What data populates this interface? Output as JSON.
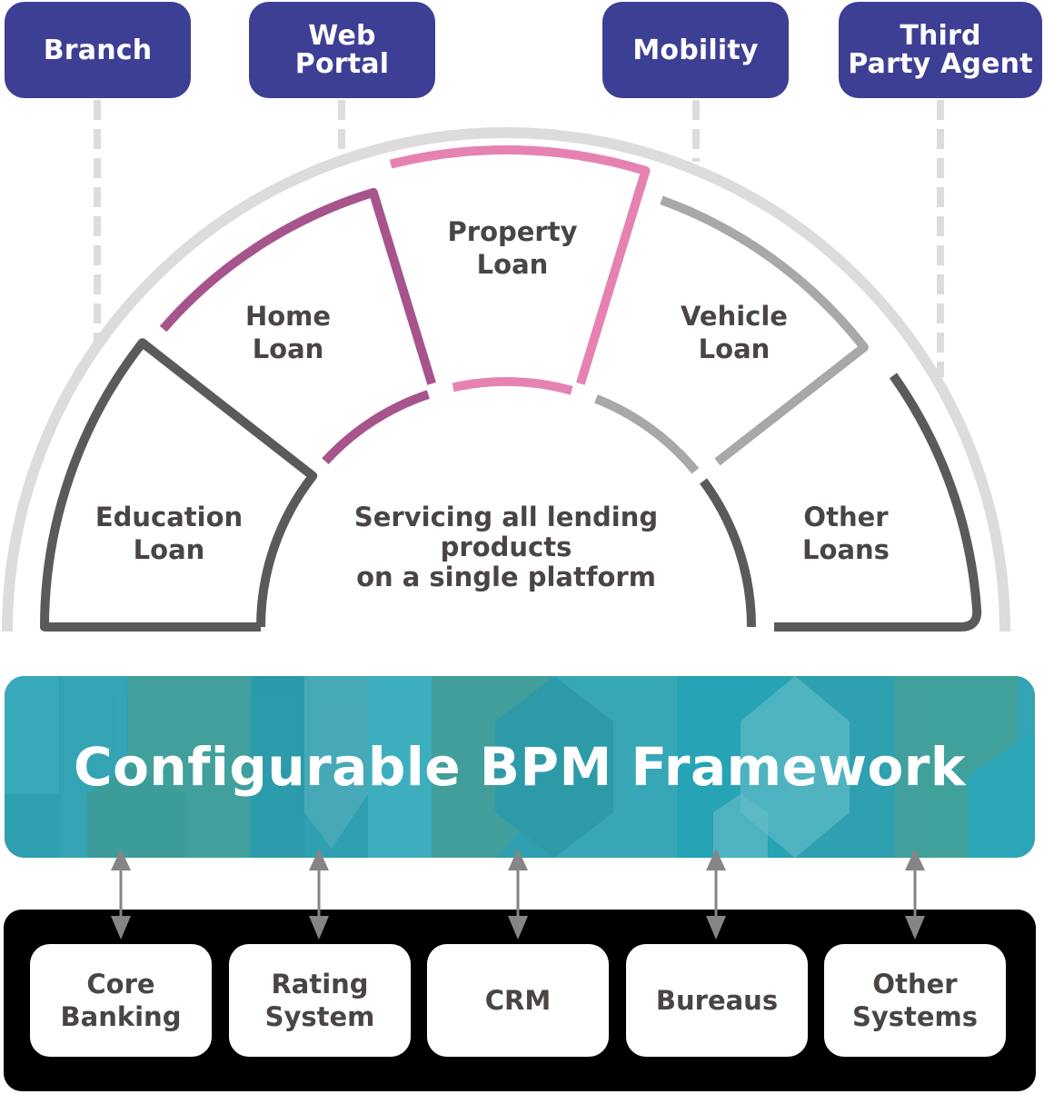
{
  "channels": [
    {
      "label": "Branch"
    },
    {
      "label": "Web\nPortal"
    },
    {
      "label": "Mobility"
    },
    {
      "label": "Third\nParty Agent"
    }
  ],
  "loan_segments": [
    {
      "label": "Education\nLoan",
      "color": "#5b5a58"
    },
    {
      "label": "Home\nLoan",
      "color": "#a7548c"
    },
    {
      "label": "Property\nLoan",
      "color": "#e682b2"
    },
    {
      "label": "Vehicle\nLoan",
      "color": "#a8a8a8"
    },
    {
      "label": "Other\nLoans",
      "color": "#5b5a58"
    }
  ],
  "center_text": "Servicing all lending\nproducts\non a single platform",
  "framework": {
    "title": "Configurable BPM Framework"
  },
  "systems": [
    {
      "label": "Core\nBanking"
    },
    {
      "label": "Rating\nSystem"
    },
    {
      "label": "CRM"
    },
    {
      "label": "Bureaus"
    },
    {
      "label": "Other\nSystems"
    }
  ],
  "colors": {
    "channel_bg": "#3d3f94",
    "outer_arc": "#dcdcdc",
    "framework_bg": "#2fa3b3",
    "systems_bg": "#000000",
    "arrow": "#858585",
    "text_dark": "#4a4543"
  }
}
